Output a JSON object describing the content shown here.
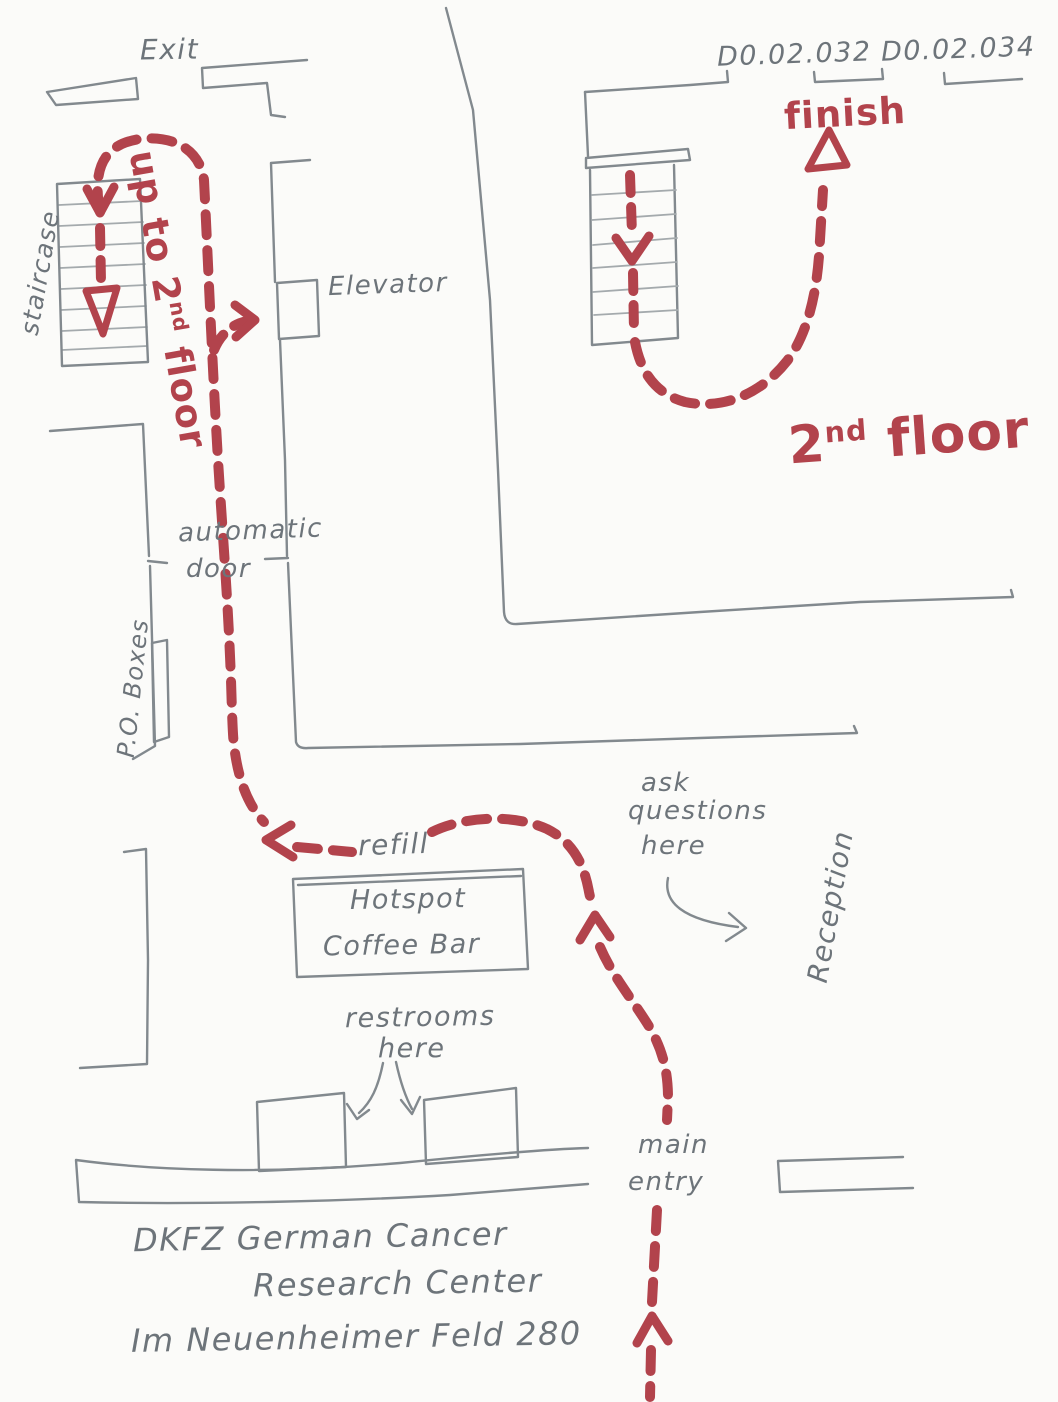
{
  "colors": {
    "marker_red": "#b2434c",
    "pencil_gray": "#82898e",
    "pencil_light": "#a4aaad",
    "pencil_text": "#6d747a",
    "paper": "#fbfbf9"
  },
  "labels": {
    "exit": "Exit",
    "staircase": "staircase",
    "elevator": "Elevator",
    "automatic_door_line1": "automatic",
    "automatic_door_line2": "door",
    "po_boxes": "P.O. Boxes",
    "refill": "refill",
    "hotspot_line1": "Hotspot",
    "hotspot_line2": "Coffee Bar",
    "ask_line1": "ask",
    "ask_line2": "questions",
    "ask_line3": "here",
    "reception": "Reception",
    "restrooms_line1": "restrooms",
    "restrooms_line2": "here",
    "main_entry_line1": "main",
    "main_entry_line2": "entry",
    "room_left": "D0.02.032",
    "room_right": "D0.02.034",
    "finish": "finish",
    "up_to": {
      "pre": "up to 2",
      "sup": "nd",
      "post": " floor"
    },
    "floor2": {
      "pre": "2",
      "sup": "nd",
      "post": " floor"
    },
    "footer_line1": "DKFZ  German  Cancer",
    "footer_line2": "Research  Center",
    "footer_line3": "Im  Neuenheimer  Feld  280"
  }
}
